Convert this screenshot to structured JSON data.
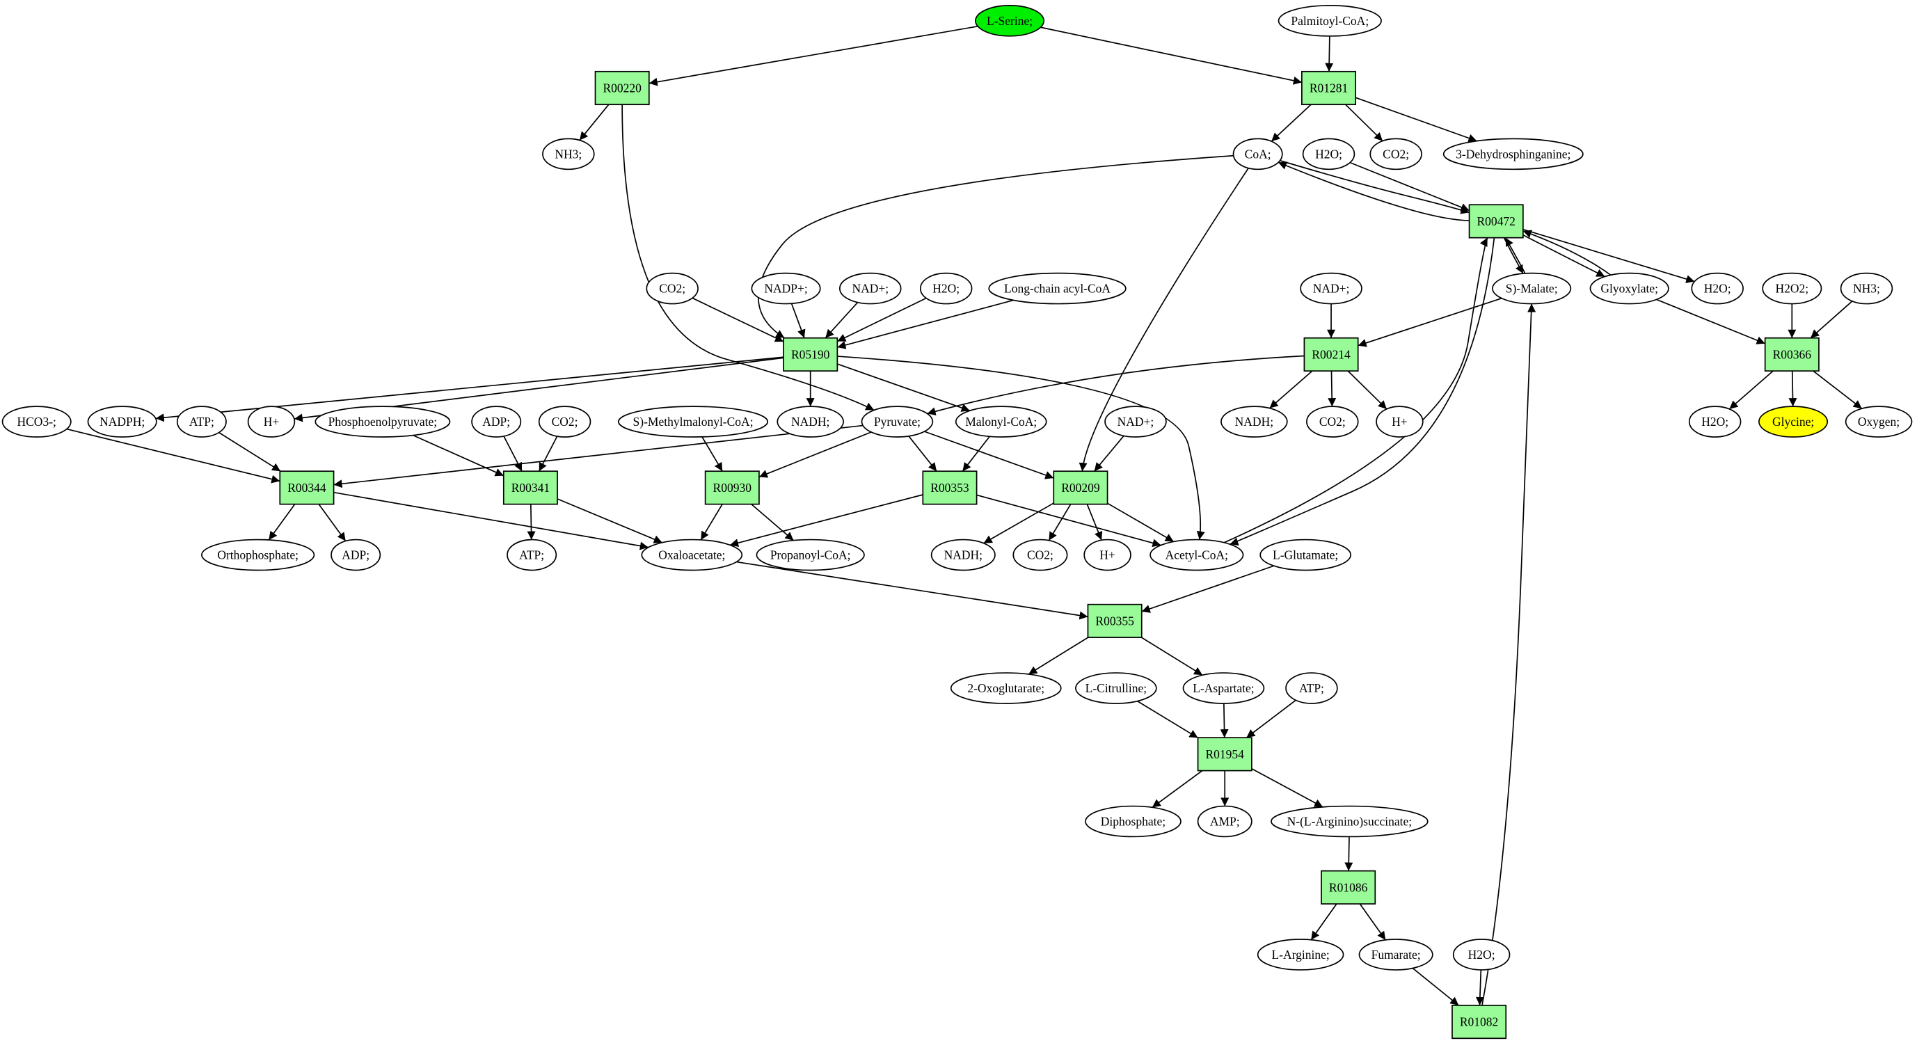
{
  "colors": {
    "reaction_fill": "#98fb98",
    "compound_fill": "#ffffff",
    "source_fill": "#00ee00",
    "target_fill": "#ffff00",
    "stroke": "#000000"
  },
  "reactions": [
    {
      "id": "r00220",
      "label": "R00220"
    },
    {
      "id": "r01281",
      "label": "R01281"
    },
    {
      "id": "r00472",
      "label": "R00472"
    },
    {
      "id": "r05190",
      "label": "R05190"
    },
    {
      "id": "r00214",
      "label": "R00214"
    },
    {
      "id": "r00366",
      "label": "R00366"
    },
    {
      "id": "r00344",
      "label": "R00344"
    },
    {
      "id": "r00341",
      "label": "R00341"
    },
    {
      "id": "r00930",
      "label": "R00930"
    },
    {
      "id": "r00353",
      "label": "R00353"
    },
    {
      "id": "r00209",
      "label": "R00209"
    },
    {
      "id": "r00355",
      "label": "R00355"
    },
    {
      "id": "r01954",
      "label": "R01954"
    },
    {
      "id": "r01086",
      "label": "R01086"
    },
    {
      "id": "r01082",
      "label": "R01082"
    }
  ],
  "compounds": [
    {
      "id": "l_serine",
      "label": "L-Serine;",
      "role": "source"
    },
    {
      "id": "palmitoyl_coa",
      "label": "Palmitoyl-CoA;"
    },
    {
      "id": "nh3_a",
      "label": "NH3;"
    },
    {
      "id": "coa",
      "label": "CoA;"
    },
    {
      "id": "h2o_a",
      "label": "H2O;"
    },
    {
      "id": "co2_a",
      "label": "CO2;"
    },
    {
      "id": "dehydrosphinganine",
      "label": "3-Dehydrosphinganine;"
    },
    {
      "id": "co2_b",
      "label": "CO2;"
    },
    {
      "id": "nadp_plus",
      "label": "NADP+;"
    },
    {
      "id": "nad_plus_a",
      "label": "NAD+;"
    },
    {
      "id": "h2o_b",
      "label": "H2O;"
    },
    {
      "id": "long_chain_acyl_coa",
      "label": "Long-chain acyl-CoA"
    },
    {
      "id": "nad_plus_b",
      "label": "NAD+;"
    },
    {
      "id": "s_malate",
      "label": "S)-Malate;"
    },
    {
      "id": "glyoxylate",
      "label": "Glyoxylate;"
    },
    {
      "id": "h2o_c",
      "label": "H2O;"
    },
    {
      "id": "h2o2",
      "label": "H2O2;"
    },
    {
      "id": "nh3_b",
      "label": "NH3;"
    },
    {
      "id": "hco3",
      "label": "HCO3-;"
    },
    {
      "id": "nadph",
      "label": "NADPH;"
    },
    {
      "id": "atp_a",
      "label": "ATP;"
    },
    {
      "id": "h_plus_a",
      "label": "H+"
    },
    {
      "id": "phosphoenolpyruvate",
      "label": "Phosphoenolpyruvate;"
    },
    {
      "id": "adp_a",
      "label": "ADP;"
    },
    {
      "id": "co2_c",
      "label": "CO2;"
    },
    {
      "id": "s_methylmalonyl_coa",
      "label": "S)-Methylmalonyl-CoA;"
    },
    {
      "id": "nadh_a",
      "label": "NADH;"
    },
    {
      "id": "pyruvate",
      "label": "Pyruvate;"
    },
    {
      "id": "malonyl_coa",
      "label": "Malonyl-CoA;"
    },
    {
      "id": "nad_plus_c",
      "label": "NAD+;"
    },
    {
      "id": "nadh_b",
      "label": "NADH;"
    },
    {
      "id": "co2_d",
      "label": "CO2;"
    },
    {
      "id": "h_plus_b",
      "label": "H+"
    },
    {
      "id": "h2o_d",
      "label": "H2O;"
    },
    {
      "id": "glycine",
      "label": "Glycine;",
      "role": "target"
    },
    {
      "id": "oxygen",
      "label": "Oxygen;"
    },
    {
      "id": "orthophosphate",
      "label": "Orthophosphate;"
    },
    {
      "id": "adp_b",
      "label": "ADP;"
    },
    {
      "id": "atp_b",
      "label": "ATP;"
    },
    {
      "id": "oxaloacetate",
      "label": "Oxaloacetate;"
    },
    {
      "id": "propanoyl_coa",
      "label": "Propanoyl-CoA;"
    },
    {
      "id": "nadh_c",
      "label": "NADH;"
    },
    {
      "id": "co2_e",
      "label": "CO2;"
    },
    {
      "id": "h_plus_c",
      "label": "H+"
    },
    {
      "id": "acetyl_coa",
      "label": "Acetyl-CoA;"
    },
    {
      "id": "l_glutamate",
      "label": "L-Glutamate;"
    },
    {
      "id": "oxoglutarate",
      "label": "2-Oxoglutarate;"
    },
    {
      "id": "l_citrulline",
      "label": "L-Citrulline;"
    },
    {
      "id": "l_aspartate",
      "label": "L-Aspartate;"
    },
    {
      "id": "atp_c",
      "label": "ATP;"
    },
    {
      "id": "diphosphate",
      "label": "Diphosphate;"
    },
    {
      "id": "amp",
      "label": "AMP;"
    },
    {
      "id": "arginino_succinate",
      "label": "N-(L-Arginino)succinate;"
    },
    {
      "id": "l_arginine",
      "label": "L-Arginine;"
    },
    {
      "id": "fumarate",
      "label": "Fumarate;"
    },
    {
      "id": "h2o_e",
      "label": "H2O;"
    }
  ]
}
